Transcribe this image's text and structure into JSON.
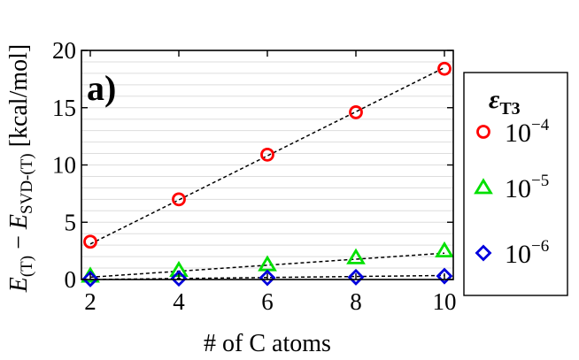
{
  "chart_data": {
    "type": "scatter",
    "panel_label": "a)",
    "xlabel": "# of C atoms",
    "ylabel_parts": {
      "e1": "E",
      "sub1": "(T)",
      "minus": " − ",
      "e2": "E",
      "sub2": "SVD-(T)",
      "unit": " [kcal/mol]"
    },
    "xlim": [
      2,
      10
    ],
    "ylim": [
      0,
      20
    ],
    "xticks": [
      2,
      4,
      6,
      8,
      10
    ],
    "yticks": [
      0,
      5,
      10,
      15,
      20
    ],
    "grid": "horizontal",
    "legend": {
      "position": "right",
      "title_symbol": "ε",
      "title_sub": "T3"
    },
    "series": [
      {
        "name": "10⁻⁴",
        "base": "10",
        "exp": "−4",
        "color": "#ff0000",
        "marker": "circle",
        "x": [
          2,
          4,
          6,
          8,
          10
        ],
        "y": [
          3.3,
          7.0,
          10.9,
          14.6,
          18.4
        ]
      },
      {
        "name": "10⁻⁵",
        "base": "10",
        "exp": "−5",
        "color": "#00e000",
        "marker": "triangle",
        "x": [
          2,
          4,
          6,
          8,
          10
        ],
        "y": [
          0.3,
          0.8,
          1.3,
          1.9,
          2.5
        ]
      },
      {
        "name": "10⁻⁶",
        "base": "10",
        "exp": "−6",
        "color": "#0000dd",
        "marker": "diamond",
        "x": [
          2,
          4,
          6,
          8,
          10
        ],
        "y": [
          0.05,
          0.1,
          0.15,
          0.2,
          0.3
        ]
      }
    ],
    "fit_lines": {
      "style": "dashed",
      "color": "#000000",
      "lines": [
        {
          "x": [
            2,
            10
          ],
          "y": [
            3.1,
            18.5
          ]
        },
        {
          "x": [
            2,
            10
          ],
          "y": [
            0.2,
            2.3
          ]
        },
        {
          "x": [
            2,
            10
          ],
          "y": [
            0.0,
            0.35
          ]
        }
      ]
    }
  }
}
